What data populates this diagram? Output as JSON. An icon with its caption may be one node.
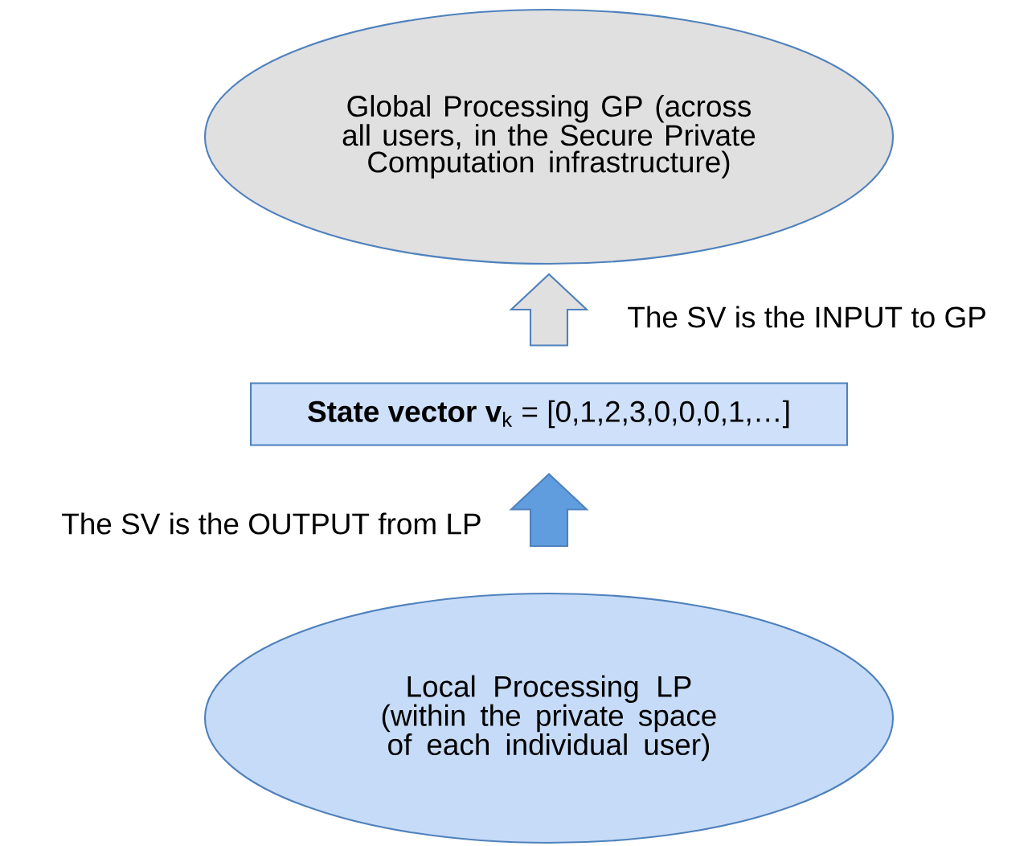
{
  "diagram": {
    "nodes": [
      {
        "text": [
          "Global Processing GP (across all users, in the Secure Private Computation infrastructure)"
        ]
      },
      {
        "text": [
          "**State vector v**$_{k}$ = [0,1,2,3,0,0,0,1,…]"
        ]
      },
      {
        "text": [
          "Local Processing LP (within the private space of each individual user)"
        ]
      }
    ],
    "edges": [
      {
        "from": 2,
        "to": 1,
        "arrow": "to",
        "label": "The SV is the OUTPUT from LP",
        "color": "#5f9ddf"
      },
      {
        "from": 1,
        "to": 0,
        "arrow": "to",
        "label": "The SV is the INPUT to GP",
        "color": "#e0e0e0"
      }
    ]
  }
}
